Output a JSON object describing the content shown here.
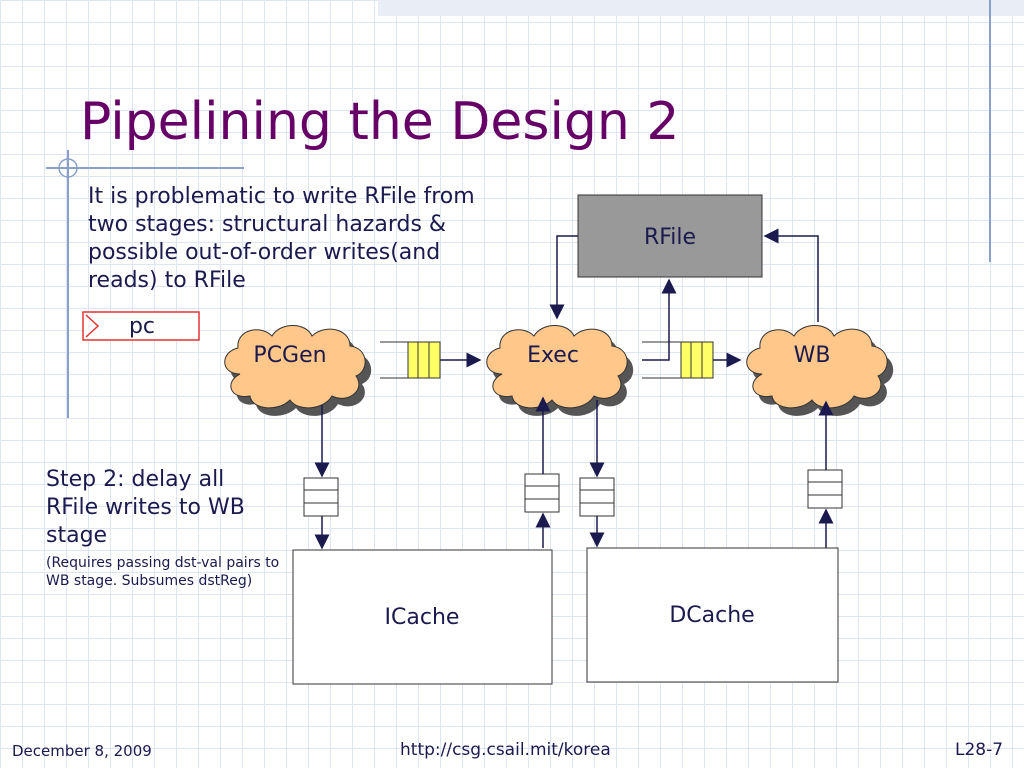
{
  "slide": {
    "title": "Pipelining the Design 2",
    "bullet": "It is problematic to write RFile from two stages: structural hazards & possible out-of-order writes(and reads) to RFile",
    "step": "Step 2: delay all RFile writes to WB stage",
    "note": "(Requires passing dst-val pairs to WB stage. Subsumes dstReg)"
  },
  "diagram": {
    "rfile": "RFile",
    "pc": "pc",
    "pcgen": "PCGen",
    "exec": "Exec",
    "wb": "WB",
    "icache": "ICache",
    "dcache": "DCache"
  },
  "footer": {
    "date": "December 8, 2009",
    "url": "http://csg.csail.mit/korea",
    "slide_num": "L28-7"
  },
  "colors": {
    "title": "#660066",
    "text": "#1a1a4e",
    "cloud": "#ffc78a",
    "fifo": "#ffff66",
    "rfile": "#999999"
  }
}
